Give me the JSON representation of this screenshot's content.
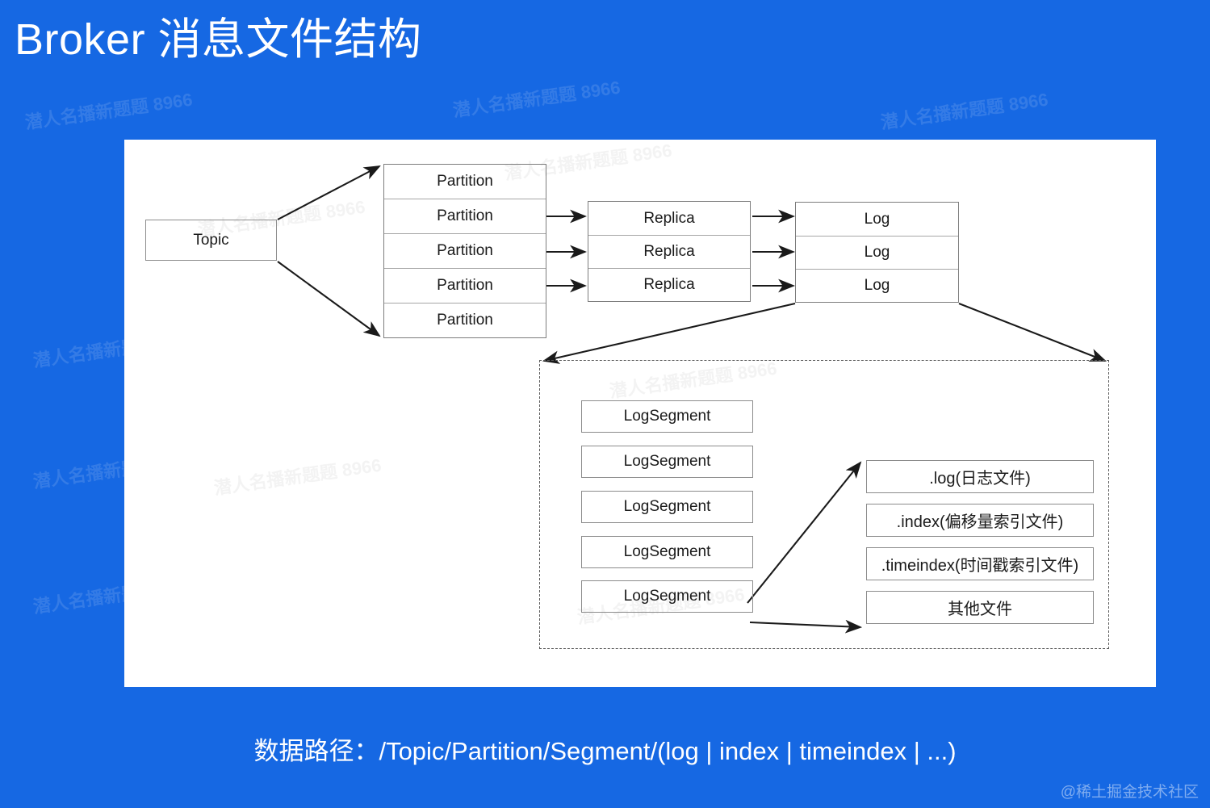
{
  "slide": {
    "title": "Broker 消息文件结构",
    "background_color": "#1668e3",
    "canvas_color": "#ffffff",
    "caption": "数据路径：/Topic/Partition/Segment/(log | index | timeindex | ...)",
    "corner_watermark": "@稀土掘金技术社区"
  },
  "diagram": {
    "topic": {
      "label": "Topic"
    },
    "partitions": {
      "heading": "Partition",
      "items": [
        {
          "label": "Partition"
        },
        {
          "label": "Partition"
        },
        {
          "label": "Partition"
        },
        {
          "label": "Partition"
        },
        {
          "label": "Partition"
        }
      ]
    },
    "replicas": {
      "items": [
        {
          "label": "Replica"
        },
        {
          "label": "Replica"
        },
        {
          "label": "Replica"
        }
      ]
    },
    "logs": {
      "items": [
        {
          "label": "Log"
        },
        {
          "label": "Log"
        },
        {
          "label": "Log"
        }
      ]
    },
    "log_segments": {
      "items": [
        {
          "label": "LogSegment"
        },
        {
          "label": "LogSegment"
        },
        {
          "label": "LogSegment"
        },
        {
          "label": "LogSegment"
        },
        {
          "label": "LogSegment"
        }
      ]
    },
    "segment_files": {
      "items": [
        {
          "label": ".log(日志文件)"
        },
        {
          "label": ".index(偏移量索引文件)"
        },
        {
          "label": ".timeindex(时间戳索引文件)"
        },
        {
          "label": "其他文件"
        }
      ]
    }
  },
  "watermarks": [
    {
      "text": "潜人名播新题题 8966"
    },
    {
      "text": "潜人名播新题题 8966"
    },
    {
      "text": "潜人名播新题题 8966"
    },
    {
      "text": "潜人名播新题题 8966"
    },
    {
      "text": "潜人名播新题题 8966"
    },
    {
      "text": "潜人名播新题题 8966"
    },
    {
      "text": "潜人名播新题题 8966"
    },
    {
      "text": "潜人名播新题题 8966"
    }
  ]
}
